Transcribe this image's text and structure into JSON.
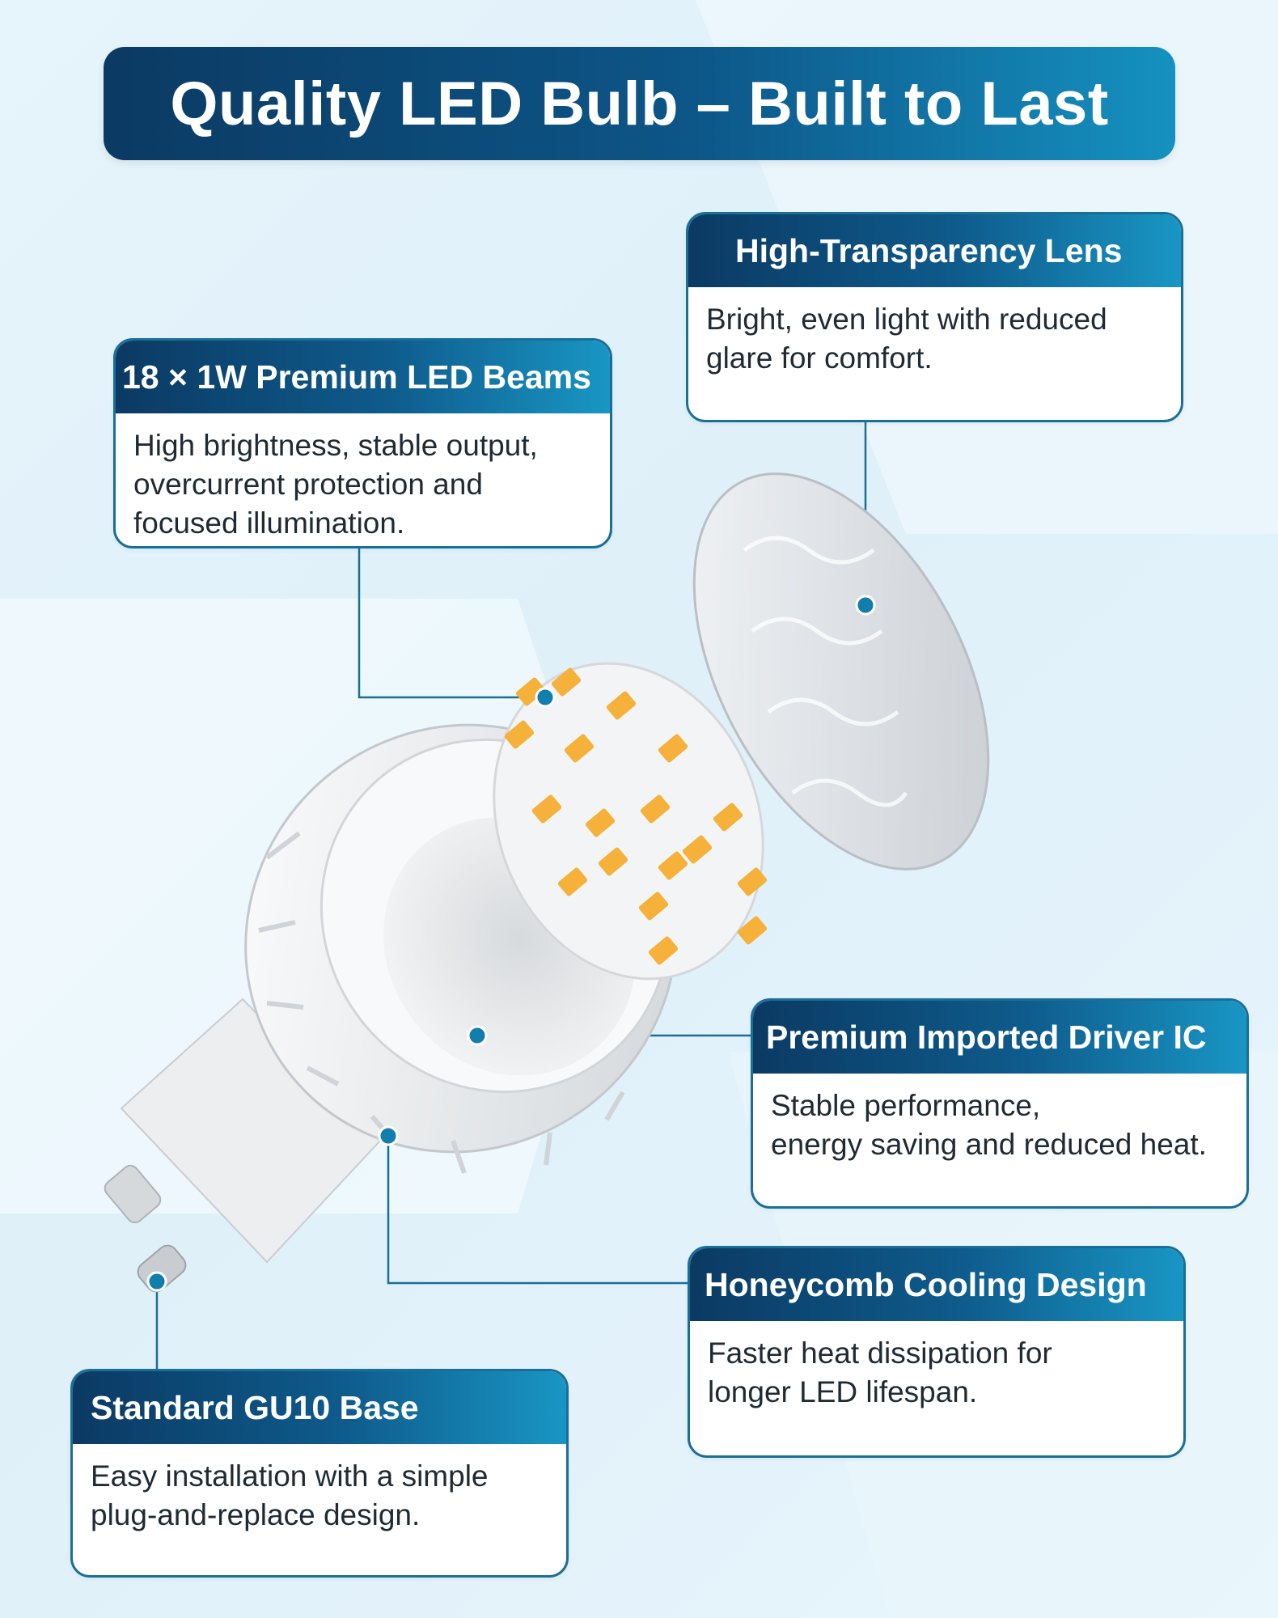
{
  "title": "Quality LED Bulb – Built to Last",
  "colors": {
    "banner_dark": "#0b3a63",
    "banner_light": "#1591c0",
    "callout_border": "#1a6f97",
    "connector": "#1a6f97",
    "dot": "#117eae",
    "led_chip": "#f5b13a",
    "background": "#e6f4fb"
  },
  "callouts": {
    "lens": {
      "title": "High-Transparency Lens",
      "lines": [
        "Bright, even light with reduced",
        "glare for comfort."
      ]
    },
    "beams": {
      "title": "18 × 1W Premium LED Beams",
      "lines": [
        "High brightness, stable output,",
        "overcurrent protection and",
        "focused illumination."
      ]
    },
    "driver": {
      "title": "Premium Imported Driver IC",
      "lines": [
        "Stable performance,",
        "energy saving and reduced heat."
      ]
    },
    "cooling": {
      "title": "Honeycomb Cooling Design",
      "lines": [
        "Faster heat dissipation for",
        "longer LED lifespan."
      ]
    },
    "base": {
      "title": "Standard GU10 Base",
      "lines": [
        "Easy installation with a simple",
        "plug-and-replace design."
      ]
    }
  },
  "icons": {
    "lens": "lens-icon",
    "led_board": "led-board-icon",
    "bulb_housing": "bulb-housing-icon",
    "gu10_pins": "gu10-pin-icon"
  }
}
